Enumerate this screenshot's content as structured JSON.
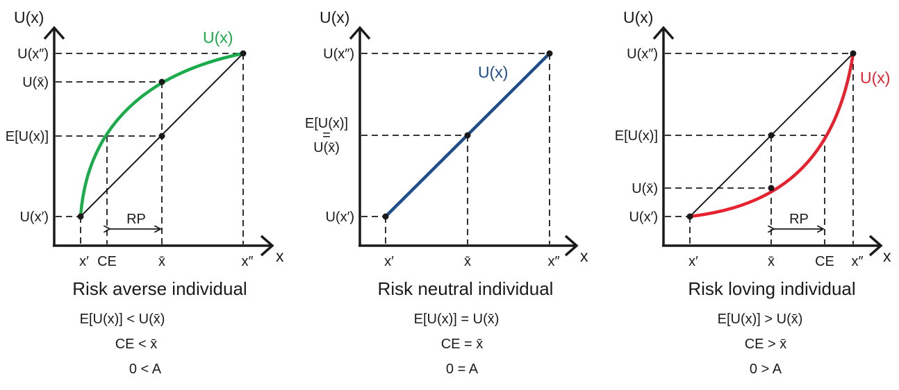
{
  "colors": {
    "averse": "#1aab4b",
    "neutral": "#1f4e8c",
    "loving": "#e8212e"
  },
  "panels": [
    {
      "y_axis": "U(x)",
      "x_axis": "x",
      "curve_label": "U(x)",
      "y_ticks": [
        "U(x″)",
        "U(x̄)",
        "E[U(x)]",
        "U(x′)"
      ],
      "x_ticks": [
        "x′",
        "CE",
        "x̄",
        "x″"
      ],
      "rp": "RP",
      "title": "Risk averse individual",
      "cond1": "E[U(x)] < U(x̄)",
      "cond2": "CE < x̄",
      "cond3": "0 < A"
    },
    {
      "y_axis": "U(x)",
      "x_axis": "x",
      "curve_label": "U(x)",
      "y_ticks": [
        "U(x″)",
        "E[U(x)]",
        "=",
        "U(x̄)",
        "U(x′)"
      ],
      "x_ticks": [
        "x′",
        "x̄",
        "x″"
      ],
      "title": "Risk neutral individual",
      "cond1": "E[U(x)] = U(x̄)",
      "cond2": "CE = x̄",
      "cond3": "0 = A"
    },
    {
      "y_axis": "U(x)",
      "x_axis": "x",
      "curve_label": "U(x)",
      "y_ticks": [
        "U(x″)",
        "E[U(x)]",
        "U(x̄)",
        "U(x′)"
      ],
      "x_ticks": [
        "x′",
        "x̄",
        "CE",
        "x″"
      ],
      "rp": "RP",
      "title": "Risk loving individual",
      "cond1": "E[U(x)] > U(x̄)",
      "cond2": "CE > x̄",
      "cond3": "0 > A"
    }
  ]
}
